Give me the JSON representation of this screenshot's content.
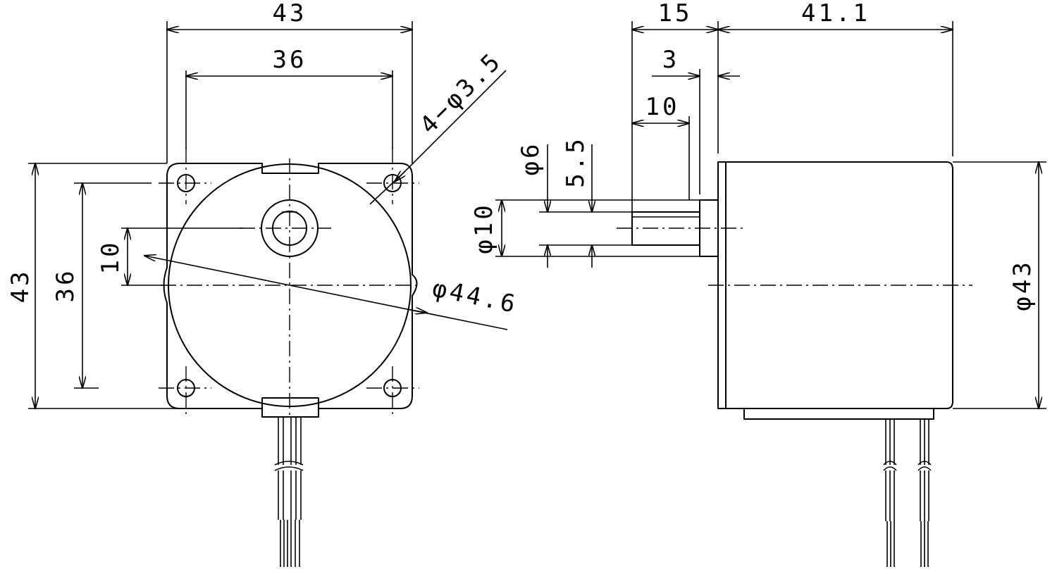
{
  "front_view": {
    "dims": {
      "width_overall": "43",
      "hole_pitch_horizontal": "36",
      "height_overall": "43",
      "hole_pitch_vertical": "36",
      "shaft_offset": "10",
      "mounting_holes": "4−φ3.5",
      "body_diameter": "φ44.6"
    }
  },
  "side_view": {
    "dims": {
      "shaft_length": "15",
      "body_length": "41.1",
      "boss_length": "3",
      "flat_length": "10",
      "shaft_diameter": "φ6",
      "flat_width": "5.5",
      "boss_diameter": "φ10",
      "body_diameter": "φ43"
    }
  },
  "colors": {
    "line": "#000000",
    "background": "#ffffff"
  }
}
